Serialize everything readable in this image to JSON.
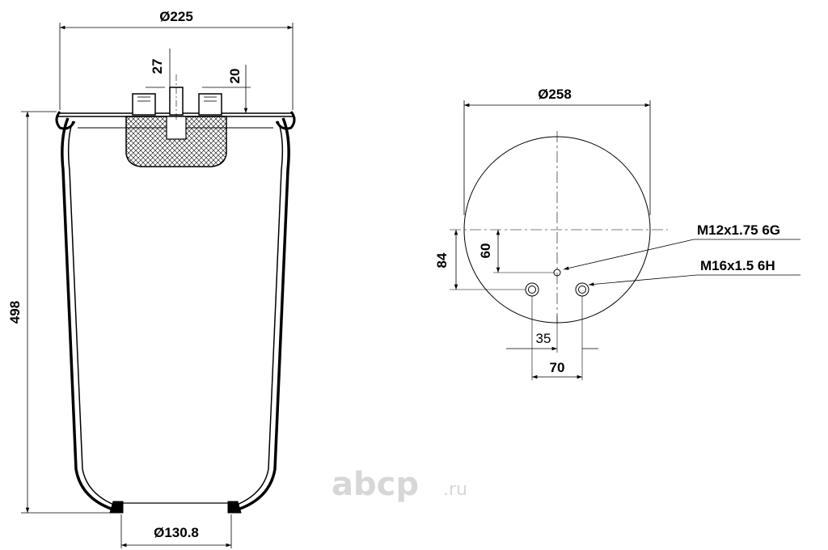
{
  "side_view": {
    "dim_top_diameter": "Ø225",
    "dim_stud_height": "27",
    "dim_fitting_height": "20",
    "dim_total_height": "498",
    "dim_bottom_diameter": "Ø130.8"
  },
  "top_view": {
    "dim_plate_diameter": "Ø258",
    "dim_vertical_outer": "84",
    "dim_vertical_inner": "60",
    "dim_offset_small": "35",
    "dim_offset_large": "70",
    "thread_label_center": "M12x1.75 6G",
    "thread_label_side": "M16x1.5 6H"
  },
  "watermark": {
    "brand": "abcp",
    "domain": ".ru"
  },
  "colors": {
    "line": "#000000",
    "watermark": "#d7d7d7",
    "background": "#ffffff"
  }
}
